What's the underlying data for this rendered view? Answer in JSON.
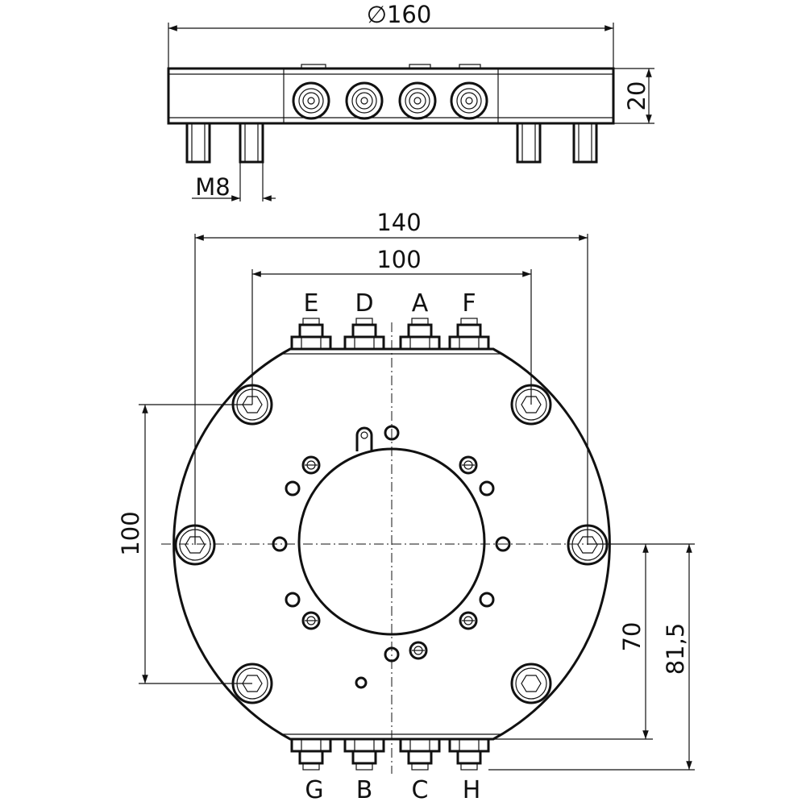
{
  "top_view": {
    "diameter_label": "∅160",
    "height_label": "20",
    "thread_label": "M8"
  },
  "front_view": {
    "width_140": "140",
    "width_100": "100",
    "height_100": "100",
    "dim_70": "70",
    "dim_81_5": "81,5"
  },
  "ports": {
    "top": [
      "E",
      "D",
      "A",
      "F"
    ],
    "bottom": [
      "G",
      "B",
      "C",
      "H"
    ]
  }
}
